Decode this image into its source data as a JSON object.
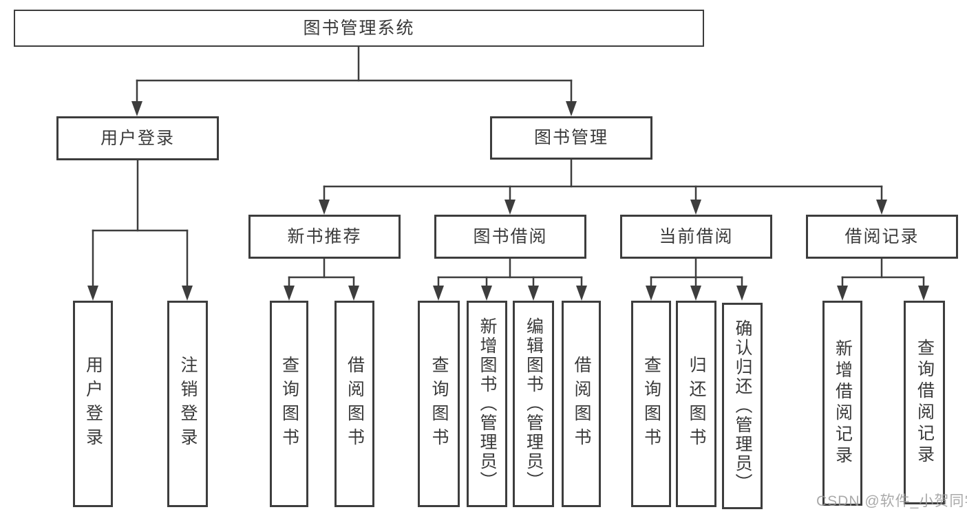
{
  "nodes": {
    "root": {
      "label": "图书管理系统"
    },
    "user_login": {
      "label": "用户登录"
    },
    "book_mgmt": {
      "label": "图书管理"
    },
    "new_book": {
      "label": "新书推荐"
    },
    "book_borrow": {
      "label": "图书借阅"
    },
    "current_borrow": {
      "label": "当前借阅"
    },
    "borrow_records": {
      "label": "借阅记录"
    },
    "l_user_login": {
      "label": "用户登录"
    },
    "l_logout": {
      "label": "注销登录"
    },
    "l_query1": {
      "label": "查询图书"
    },
    "l_borrow1": {
      "label": "借阅图书"
    },
    "l_query2": {
      "label": "查询图书"
    },
    "l_add_book": {
      "label": "新增图书（管理员）"
    },
    "l_edit_book": {
      "label": "编辑图书（管理员）"
    },
    "l_borrow2": {
      "label": "借阅图书"
    },
    "l_query3": {
      "label": "查询图书"
    },
    "l_return": {
      "label": "归还图书"
    },
    "l_confirm": {
      "label": "确认归还（管理员）"
    },
    "l_add_rec": {
      "label": "新增借阅记录"
    },
    "l_query_rec": {
      "label": "查询借阅记录"
    }
  },
  "watermark": {
    "text": "CSDN @软件_小贺同学"
  },
  "colors": {
    "line": "#3d3d3d",
    "text": "#3a3a3a",
    "background": "#ffffff",
    "watermark": "#9b9b9b"
  }
}
